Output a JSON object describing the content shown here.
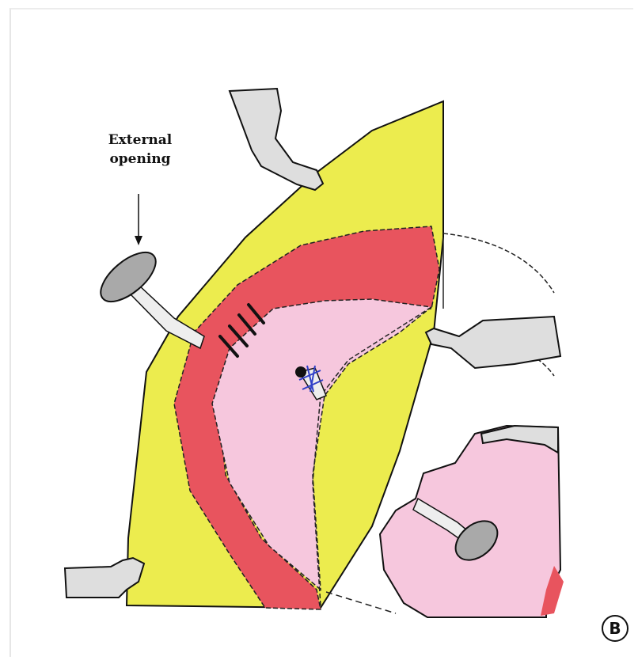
{
  "figure": {
    "annotation": {
      "line1": "External",
      "line2": "opening"
    },
    "panel_label": "B"
  },
  "colors": {
    "subcutaneous": "#ecec4e",
    "muscle_red": "#e8545e",
    "mucosa_pink": "#f6c7dd",
    "seton_gray": "#bdbdbd",
    "retractor_gray": "#dedede"
  }
}
